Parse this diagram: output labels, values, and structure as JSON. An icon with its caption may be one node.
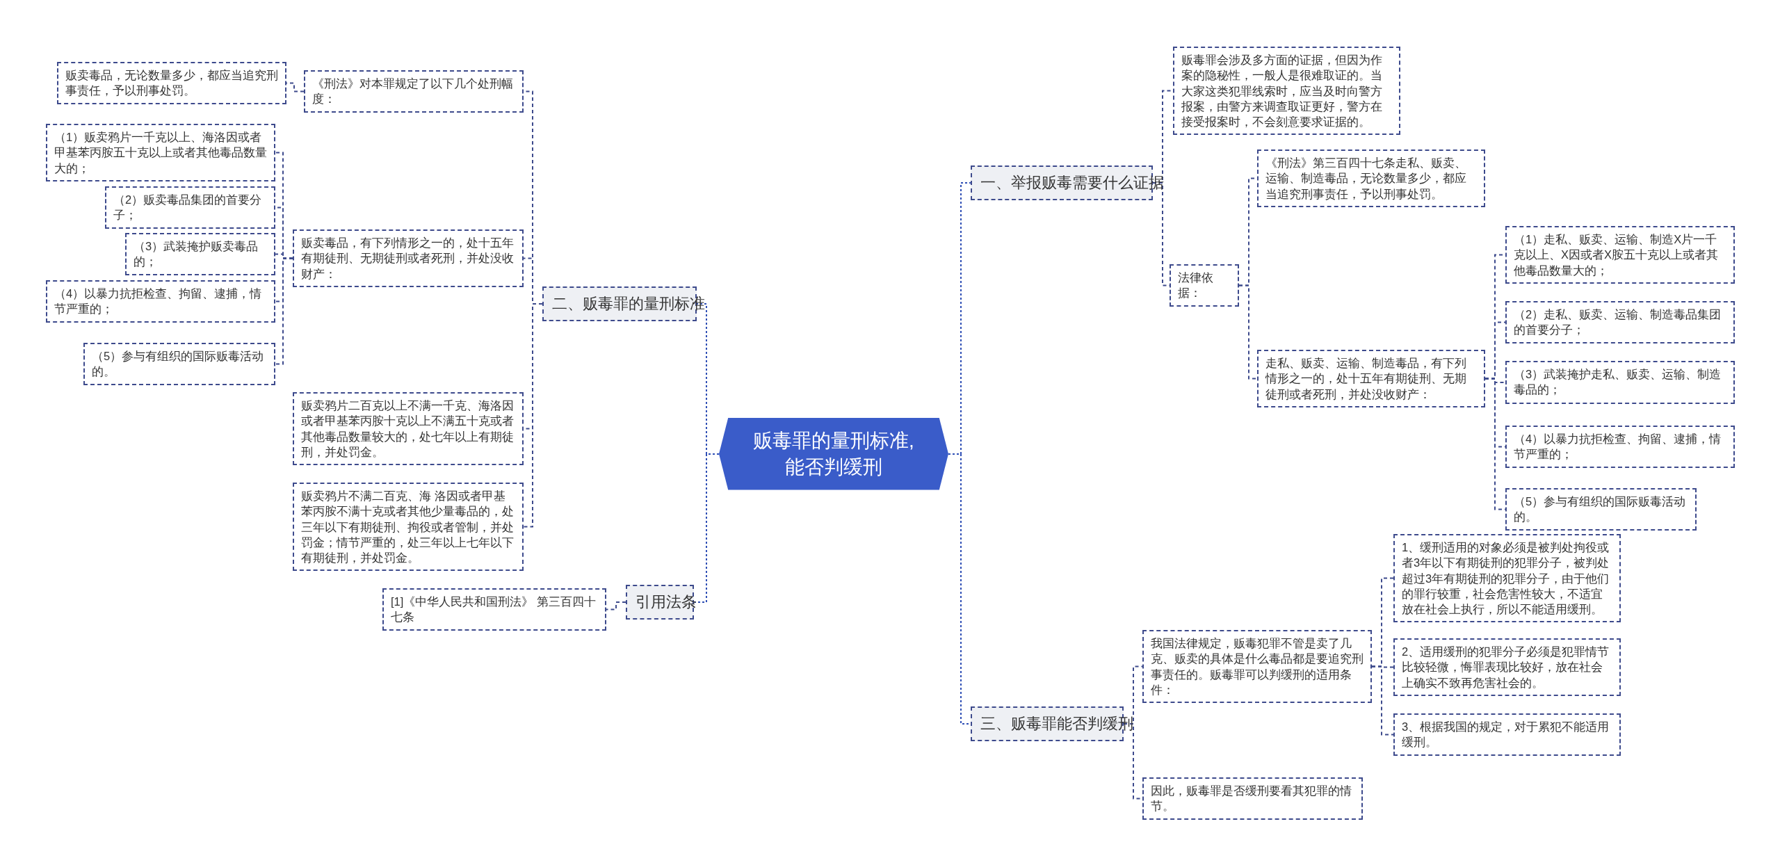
{
  "diagram": {
    "nodes": [
      {
        "text": [
          "贩毒罪的量刑标准,能否判缓刑"
        ]
      },
      {
        "text": [
          "一、举报贩毒需要什么证据"
        ]
      },
      {
        "text": [
          "贩毒罪会涉及多方面的证据，但因为作案的隐秘性，一般人是很难取证的。当大家这类犯罪线索时，应当及时向警方报案，由警方来调查取证更好，警方在接受报案时，不会刻意要求证据的。"
        ]
      },
      {
        "text": [
          "法律依据："
        ]
      },
      {
        "text": [
          "《刑法》第三百四十七条走私、贩卖、运输、制造毒品，无论数量多少，都应当追究刑事责任，予以刑事处罚。"
        ]
      },
      {
        "text": [
          "走私、贩卖、运输、制造毒品，有下列情形之一的，处十五年有期徒刑、无期徒刑或者死刑，并处没收财产："
        ]
      },
      {
        "text": [
          "（1）走私、贩卖、运输、制造X片一千克以上、X因或者X胺五十克以上或者其他毒品数量大的；"
        ]
      },
      {
        "text": [
          "（2）走私、贩卖、运输、制造毒品集团的首要分子；"
        ]
      },
      {
        "text": [
          "（3）武装掩护走私、贩卖、运输、制造毒品的；"
        ]
      },
      {
        "text": [
          "（4）以暴力抗拒检查、拘留、逮捕，情节严重的；"
        ]
      },
      {
        "text": [
          "（5）参与有组织的国际贩毒活动的。"
        ]
      },
      {
        "text": [
          "三、贩毒罪能否判缓刑"
        ]
      },
      {
        "text": [
          "我国法律规定，贩毒犯罪不管是卖了几克、贩卖的具体是什么毒品都是要追究刑事责任的。贩毒罪可以判缓刑的适用条件："
        ]
      },
      {
        "text": [
          "1、缓刑适用的对象必须是被判处拘役或者3年以下有期徒刑的犯罪分子，被判处超过3年有期徒刑的犯罪分子，由于他们的罪行较重，社会危害性较大，不适宜放在社会上执行，所以不能适用缓刑。"
        ]
      },
      {
        "text": [
          "2、适用缓刑的犯罪分子必须是犯罪情节比较轻微，悔罪表现比较好，放在社会上确实不致再危害社会的。"
        ]
      },
      {
        "text": [
          "3、根据我国的规定，对于累犯不能适用缓刑。"
        ]
      },
      {
        "text": [
          "因此，贩毒罪是否缓刑要看其犯罪的情节。"
        ]
      },
      {
        "text": [
          "二、贩毒罪的量刑标准"
        ]
      },
      {
        "text": [
          "《刑法》对本罪规定了以下几个处刑幅度："
        ]
      },
      {
        "text": [
          "贩卖毒品，无论数量多少，都应当追究刑事责任，予以刑事处罚。"
        ]
      },
      {
        "text": [
          "贩卖毒品，有下列情形之一的，处十五年有期徒刑、无期徒刑或者死刑，并处没收财产："
        ]
      },
      {
        "text": [
          "（1）贩卖鸦片一千克以上、海洛因或者甲基苯丙胺五十克以上或者其他毒品数量大的；"
        ]
      },
      {
        "text": [
          "（2）贩卖毒品集团的首要分子；"
        ]
      },
      {
        "text": [
          "（3）武装掩护贩卖毒品的；"
        ]
      },
      {
        "text": [
          "（4）以暴力抗拒检查、拘留、逮捕，情节严重的；"
        ]
      },
      {
        "text": [
          "（5）参与有组织的国际贩毒活动的。"
        ]
      },
      {
        "text": [
          "贩卖鸦片二百克以上不满一千克、海洛因或者甲基苯丙胺十克以上不满五十克或者其他毒品数量较大的，处七年以上有期徒刑，并处罚金。"
        ]
      },
      {
        "text": [
          "贩卖鸦片不满二百克、海 洛因或者甲基苯丙胺不满十克或者其他少量毒品的，处三年以下有期徒刑、拘役或者管制，并处罚金；情节严重的，处三年以上七年以下有期徒刑，并处罚金。"
        ]
      },
      {
        "text": [
          "引用法条"
        ]
      },
      {
        "text": [
          "[1]《中华人民共和国刑法》 第三百四十七条"
        ]
      }
    ],
    "edges": [
      {
        "from": 0,
        "to": 1,
        "arrow": "none"
      },
      {
        "from": 1,
        "to": 2,
        "arrow": "none"
      },
      {
        "from": 1,
        "to": 3,
        "arrow": "none"
      },
      {
        "from": 3,
        "to": 4,
        "arrow": "none"
      },
      {
        "from": 3,
        "to": 5,
        "arrow": "none"
      },
      {
        "from": 5,
        "to": 6,
        "arrow": "none"
      },
      {
        "from": 5,
        "to": 7,
        "arrow": "none"
      },
      {
        "from": 5,
        "to": 8,
        "arrow": "none"
      },
      {
        "from": 5,
        "to": 9,
        "arrow": "none"
      },
      {
        "from": 5,
        "to": 10,
        "arrow": "none"
      },
      {
        "from": 0,
        "to": 11,
        "arrow": "none"
      },
      {
        "from": 11,
        "to": 12,
        "arrow": "none"
      },
      {
        "from": 11,
        "to": 16,
        "arrow": "none"
      },
      {
        "from": 12,
        "to": 13,
        "arrow": "none"
      },
      {
        "from": 12,
        "to": 14,
        "arrow": "none"
      },
      {
        "from": 12,
        "to": 15,
        "arrow": "none"
      },
      {
        "from": 0,
        "to": 17,
        "arrow": "none"
      },
      {
        "from": 17,
        "to": 18,
        "arrow": "none"
      },
      {
        "from": 18,
        "to": 19,
        "arrow": "none"
      },
      {
        "from": 17,
        "to": 20,
        "arrow": "none"
      },
      {
        "from": 20,
        "to": 21,
        "arrow": "none"
      },
      {
        "from": 20,
        "to": 22,
        "arrow": "none"
      },
      {
        "from": 20,
        "to": 23,
        "arrow": "none"
      },
      {
        "from": 20,
        "to": 24,
        "arrow": "none"
      },
      {
        "from": 20,
        "to": 25,
        "arrow": "none"
      },
      {
        "from": 17,
        "to": 26,
        "arrow": "none"
      },
      {
        "from": 17,
        "to": 27,
        "arrow": "none"
      },
      {
        "from": 0,
        "to": 28,
        "arrow": "none"
      },
      {
        "from": 28,
        "to": 29,
        "arrow": "none"
      }
    ]
  }
}
